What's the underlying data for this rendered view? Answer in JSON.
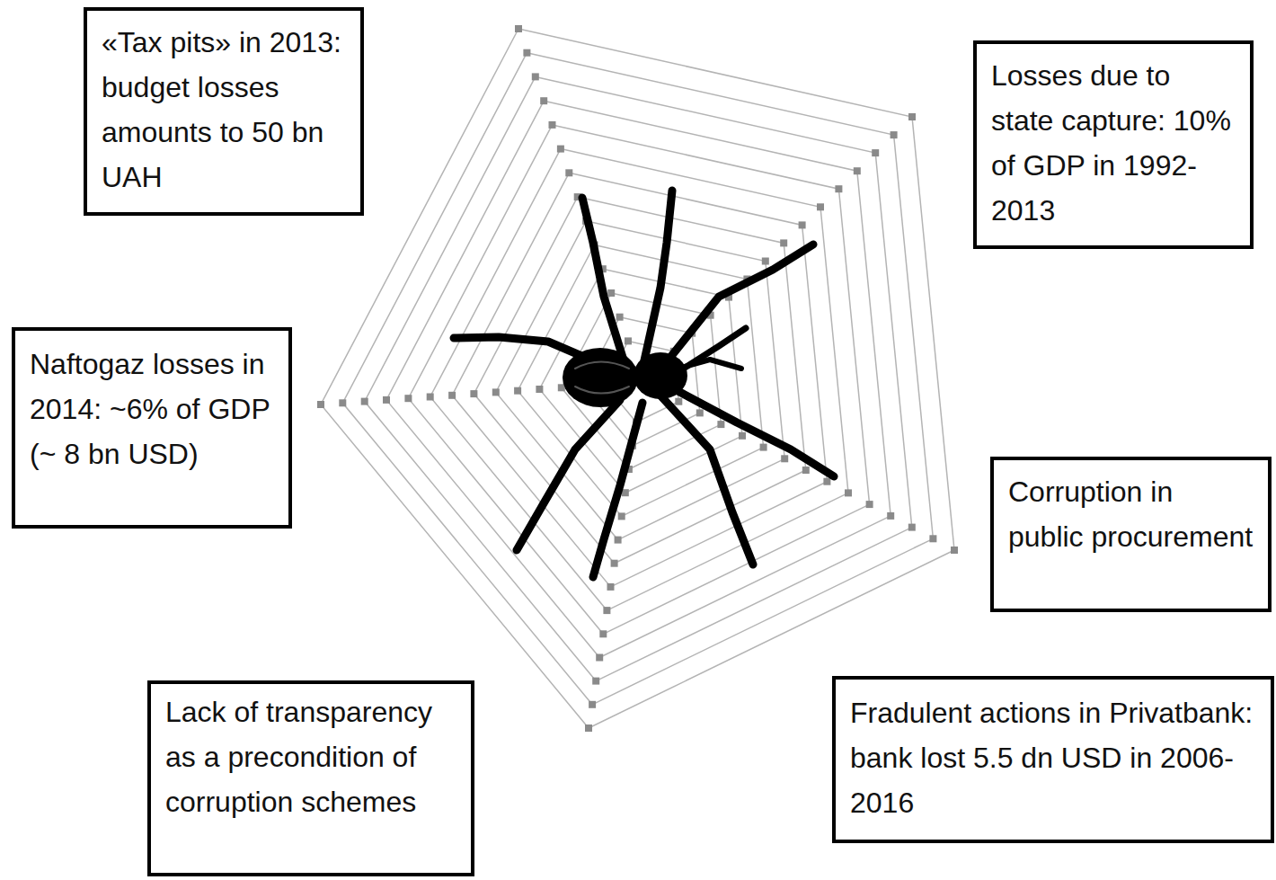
{
  "diagram": {
    "nodes": [
      {
        "text": [
          "«Tax pits» in 2013: budget losses amounts to 50 bn UAH"
        ]
      },
      {
        "text": [
          "Losses due to state capture: 10% of GDP in 1992-2013"
        ]
      },
      {
        "text": [
          "Naftogaz losses in 2014: ~6% of GDP (~ 8 bn USD)"
        ]
      },
      {
        "text": [
          "Corruption in public procurement"
        ]
      },
      {
        "text": [
          "Lack of transparency as a precondition of corruption schemes"
        ]
      },
      {
        "text": [
          "Fradulent actions in Privatbank: bank lost 5.5 dn USD in 2006-2016"
        ]
      }
    ]
  }
}
